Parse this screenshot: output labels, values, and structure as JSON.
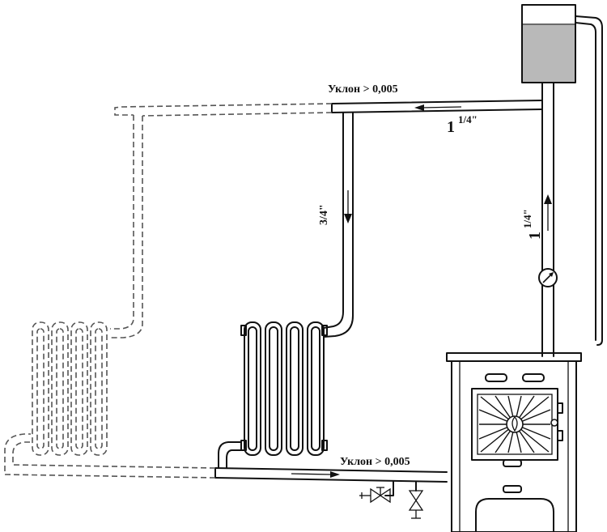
{
  "labels": {
    "slope_top": "Уклон > 0,005",
    "slope_bottom": "Уклон > 0,005",
    "pipe_top_whole": "1",
    "pipe_top_frac": "1/4\"",
    "pipe_riser_whole": "1",
    "pipe_riser_frac": "1/4\"",
    "pipe_drop": "3/4\""
  },
  "colors": {
    "line": "#111111",
    "dashed": "#555555",
    "background": "#ffffff"
  }
}
